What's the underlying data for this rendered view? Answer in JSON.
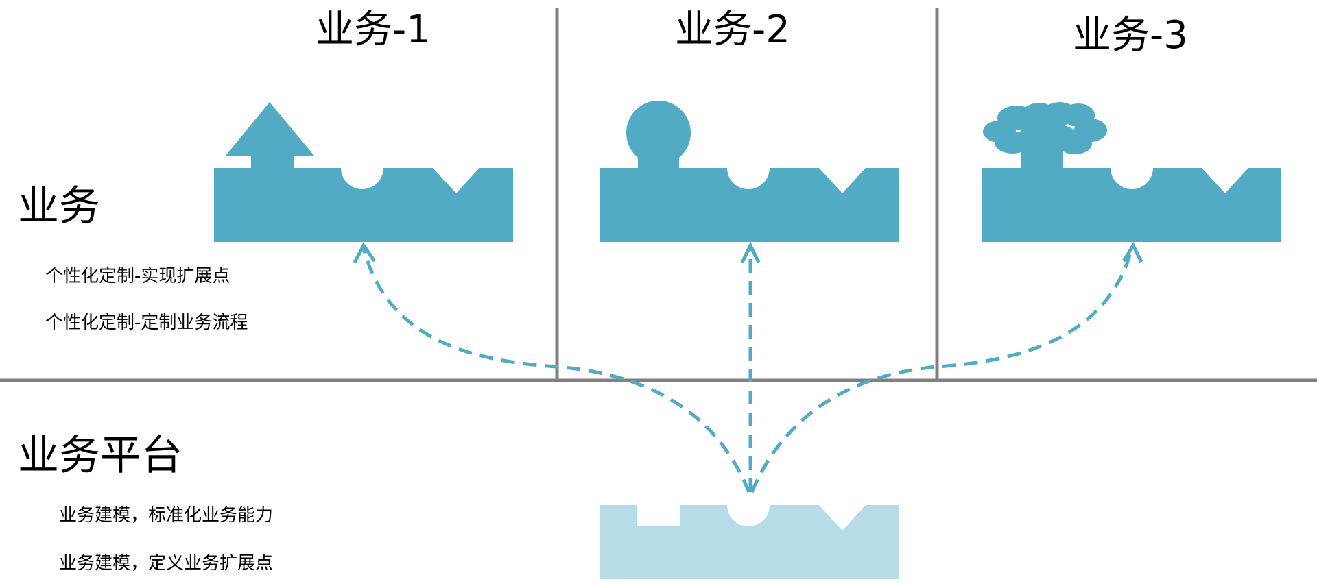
{
  "columns": [
    {
      "title": "业务-1",
      "shape": "arrow-up"
    },
    {
      "title": "业务-2",
      "shape": "circle"
    },
    {
      "title": "业务-3",
      "shape": "cloud"
    }
  ],
  "business": {
    "title": "业务",
    "notes": [
      "个性化定制-实现扩展点",
      "个性化定制-定制业务流程"
    ]
  },
  "platform": {
    "title": "业务平台",
    "notes": [
      "业务建模，标准化业务能力",
      "业务建模，定义业务扩展点"
    ]
  },
  "colors": {
    "piece": "#52abc5",
    "platform_piece": "#b6dde7",
    "divider": "#808080",
    "connector": "#52abc5"
  }
}
